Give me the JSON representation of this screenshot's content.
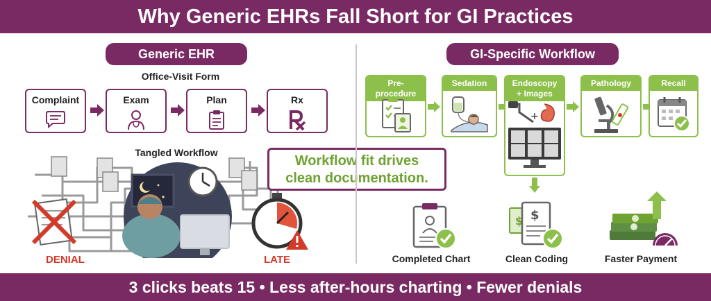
{
  "title": "Why Generic EHRs Fall Short for GI Practices",
  "footer": "3 clicks beats 15  •  Less after-hours charting  •  Fewer denials",
  "left": {
    "heading": "Generic EHR",
    "form_label": "Office-Visit Form",
    "form_steps": [
      {
        "label": "Complaint",
        "icon": "speech-bubble-icon"
      },
      {
        "label": "Exam",
        "icon": "doctor-icon"
      },
      {
        "label": "Plan",
        "icon": "clipboard-icon"
      },
      {
        "label": "Rx",
        "icon": "rx-symbol-icon"
      }
    ],
    "tangled_label": "Tangled Workflow",
    "denial_label": "DENIAL",
    "late_label": "LATE"
  },
  "callout": {
    "line1": "Workflow fit drives",
    "line2": "clean documentation."
  },
  "right": {
    "heading": "GI-Specific Workflow",
    "steps": [
      {
        "label": "Pre-procedure",
        "icon": "checklist-icon"
      },
      {
        "label": "Sedation",
        "icon": "iv-bag-patient-icon"
      },
      {
        "label_line1": "Endoscopy",
        "label_line2": "+ Images",
        "icon": "endoscope-icon"
      },
      {
        "label": "Pathology",
        "icon": "microscope-icon"
      },
      {
        "label": "Recall",
        "icon": "calendar-check-icon"
      }
    ],
    "outcomes": [
      {
        "label": "Completed Chart",
        "icon": "completed-chart-icon"
      },
      {
        "label": "Clean Coding",
        "icon": "clean-coding-icon"
      },
      {
        "label": "Faster Payment",
        "icon": "money-growth-icon"
      }
    ]
  },
  "colors": {
    "brand_purple": "#7a2a63",
    "accent_green": "#8cc04a",
    "alert_red": "#d23b2a"
  }
}
